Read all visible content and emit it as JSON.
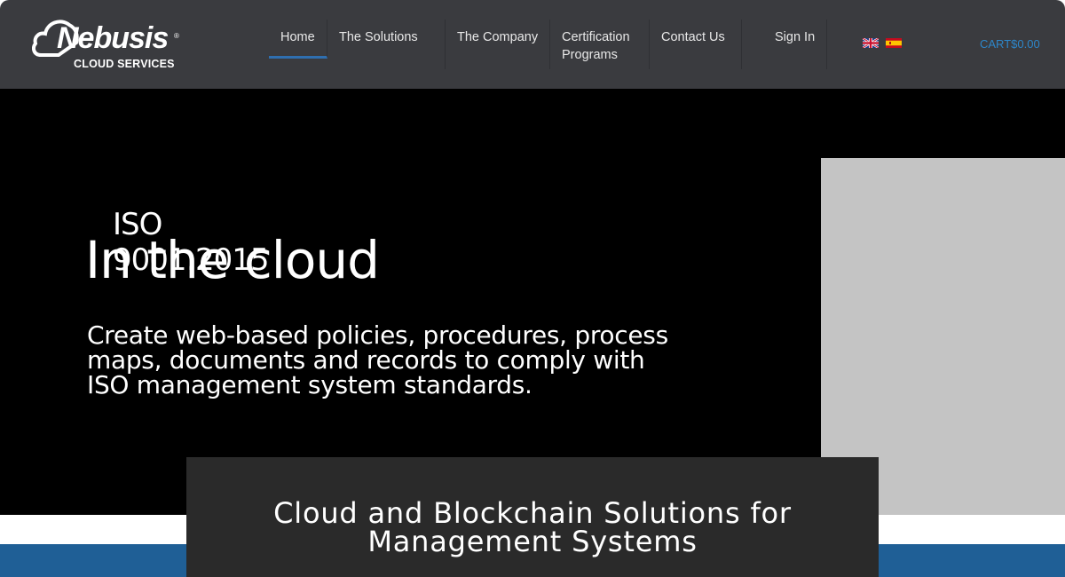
{
  "brand": {
    "name": "Nebusis",
    "registered": "®",
    "subtitle": "CLOUD SERVICES"
  },
  "nav": {
    "items": [
      {
        "label": "Home",
        "active": true
      },
      {
        "label": "The Solutions",
        "active": false
      },
      {
        "label": "The Company",
        "active": false
      },
      {
        "label": "Certification Programs",
        "active": false
      },
      {
        "label": "Contact Us",
        "active": false
      },
      {
        "label": "Sign In",
        "active": false
      }
    ],
    "languages": [
      "uk-flag-icon",
      "spain-flag-icon"
    ],
    "cart": "CART$0.00"
  },
  "hero": {
    "badge": "ISO 9001:2015",
    "title": "In the cloud",
    "description": "Create web-based policies, procedures, process maps, documents and records to comply with ISO management system standards."
  },
  "card": {
    "title": "Cloud and Blockchain Solutions for Management Systems"
  },
  "colors": {
    "header_bg": "#3a3b3f",
    "accent_blue": "#2f6fb0",
    "cart_blue": "#2d86c9",
    "band_blue": "#1f5f96",
    "hero_bg": "#000000",
    "card_bg": "#2a2a2a"
  }
}
